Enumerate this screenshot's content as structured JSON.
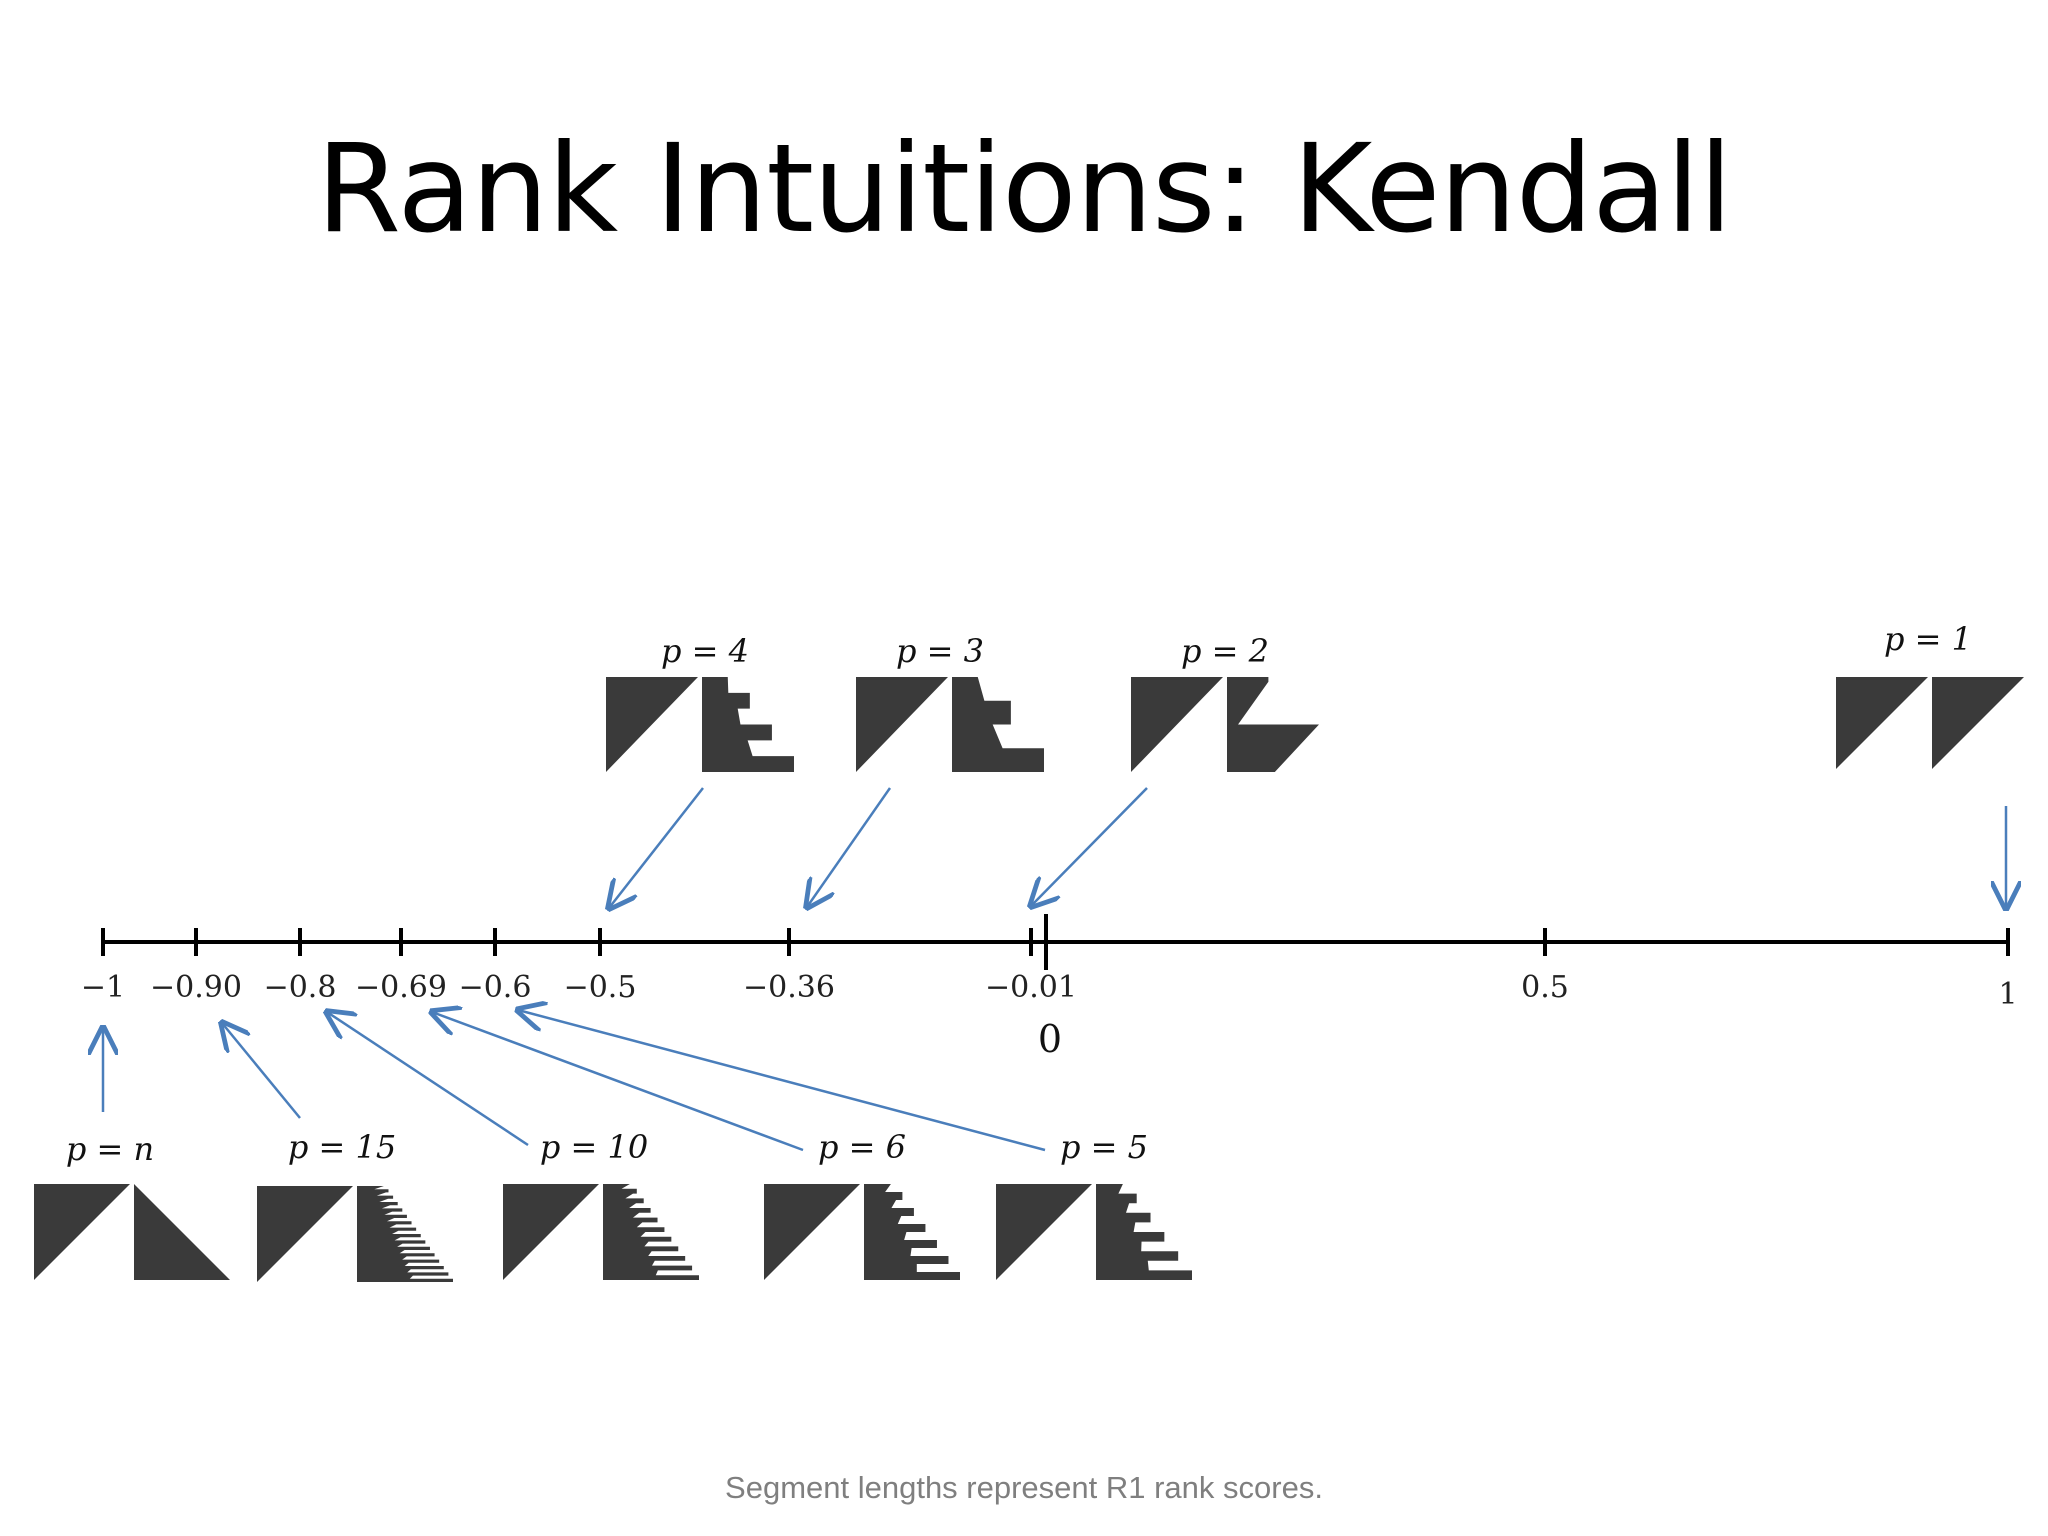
{
  "title": "Rank Intuitions: Kendall",
  "caption": "Segment lengths represent R1 rank scores.",
  "colors": {
    "arrow": "#4a7ebb",
    "axis": "#000000",
    "glyph": "#3a3a3a",
    "caption": "#7f7f7f"
  },
  "axis": {
    "min": -1,
    "max": 1,
    "ticks": [
      {
        "value": -1,
        "label": "−1"
      },
      {
        "value": -0.9,
        "label": "−0.90"
      },
      {
        "value": -0.8,
        "label": "−0.8"
      },
      {
        "value": -0.69,
        "label": "−0.69"
      },
      {
        "value": -0.6,
        "label": "−0.6"
      },
      {
        "value": -0.5,
        "label": "−0.5"
      },
      {
        "value": -0.36,
        "label": "−0.36"
      },
      {
        "value": -0.01,
        "label": "−0.01"
      },
      {
        "value": 0.5,
        "label": "0.5"
      },
      {
        "value": 1,
        "label": "1"
      }
    ],
    "zero_label": "0"
  },
  "items": [
    {
      "p": "p = 4",
      "value": -0.5,
      "row": "top",
      "steps": 3
    },
    {
      "p": "p = 3",
      "value": -0.36,
      "row": "top",
      "steps": 2
    },
    {
      "p": "p = 2",
      "value": -0.01,
      "row": "top",
      "steps": 1
    },
    {
      "p": "p = 1",
      "value": 1,
      "row": "top",
      "steps": 0
    },
    {
      "p": "p = n",
      "value": -1,
      "row": "bottom",
      "steps": -1
    },
    {
      "p": "p = 15",
      "value": -0.9,
      "row": "bottom",
      "steps": 15
    },
    {
      "p": "p = 10",
      "value": -0.8,
      "row": "bottom",
      "steps": 10
    },
    {
      "p": "p = 6",
      "value": -0.69,
      "row": "bottom",
      "steps": 6
    },
    {
      "p": "p = 5",
      "value": -0.6,
      "row": "bottom",
      "steps": 5
    }
  ]
}
